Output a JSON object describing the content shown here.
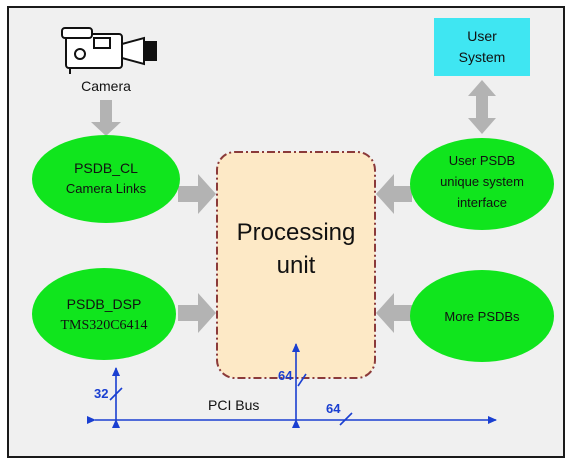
{
  "camera": {
    "label": "Camera",
    "icon": "video-camera-icon"
  },
  "user_system": {
    "line1": "User",
    "line2": "System",
    "color": "#3fe6f2"
  },
  "psdb_cl": {
    "line1": "PSDB_CL",
    "line2": "Camera Links"
  },
  "psdb_dsp": {
    "line1": "PSDB_DSP",
    "line2": "TMS320C6414"
  },
  "user_psdb": {
    "line1": "User PSDB",
    "line2": "unique system",
    "line3": "interface"
  },
  "more_psdbs": {
    "label": "More PSDBs"
  },
  "processing_unit": {
    "line1": "Processing",
    "line2": "unit",
    "fill": "#fde9c6",
    "border": "#8b3a3a"
  },
  "bus": {
    "label": "PCI Bus",
    "width_dsp": "32",
    "width_center": "64",
    "width_right": "64",
    "color": "#1a3fd1"
  },
  "colors": {
    "node": "#10e51d",
    "arrow": "#b3b3b3",
    "background": "#f0f0f0"
  }
}
